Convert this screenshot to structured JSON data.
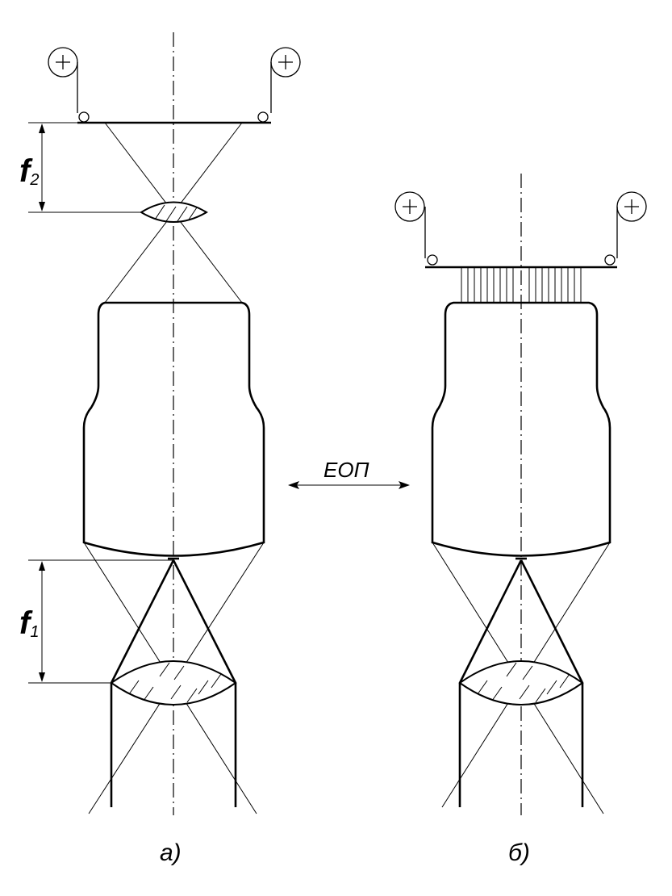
{
  "labels": {
    "tube": "ЕОП",
    "part_a": "а)",
    "part_b": "б)",
    "focal_2_main": "f",
    "focal_2_sub": "2",
    "focal_1_main": "f",
    "focal_1_sub": "1"
  },
  "icons": {
    "battery_terminal": "plus-circle"
  },
  "colors": {
    "ink": "#000000",
    "background": "#ffffff"
  }
}
